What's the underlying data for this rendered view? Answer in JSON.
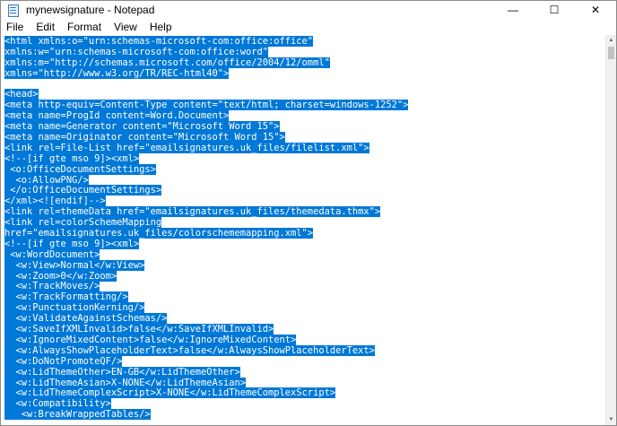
{
  "window": {
    "title": "mynewsignature - Notepad",
    "controls": {
      "minimize": "—",
      "maximize": "☐",
      "close": "✕"
    }
  },
  "menu": [
    "File",
    "Edit",
    "Format",
    "View",
    "Help"
  ],
  "editor": {
    "lines": [
      "<html xmlns:o=\"urn:schemas-microsoft-com:office:office\"",
      "xmlns:w=\"urn:schemas-microsoft-com:office:word\"",
      "xmlns:m=\"http://schemas.microsoft.com/office/2004/12/omml\"",
      "xmlns=\"http://www.w3.org/TR/REC-html40\">",
      "",
      "<head>",
      "<meta http-equiv=Content-Type content=\"text/html; charset=windows-1252\">",
      "<meta name=ProgId content=Word.Document>",
      "<meta name=Generator content=\"Microsoft Word 15\">",
      "<meta name=Originator content=\"Microsoft Word 15\">",
      "<link rel=File-List href=\"emailsignatures.uk_files/filelist.xml\">",
      "<!--[if gte mso 9]><xml>",
      " <o:OfficeDocumentSettings>",
      "  <o:AllowPNG/>",
      " </o:OfficeDocumentSettings>",
      "</xml><![endif]-->",
      "<link rel=themeData href=\"emailsignatures.uk_files/themedata.thmx\">",
      "<link rel=colorSchemeMapping",
      "href=\"emailsignatures.uk_files/colorschememapping.xml\">",
      "<!--[if gte mso 9]><xml>",
      " <w:WordDocument>",
      "  <w:View>Normal</w:View>",
      "  <w:Zoom>0</w:Zoom>",
      "  <w:TrackMoves/>",
      "  <w:TrackFormatting/>",
      "  <w:PunctuationKerning/>",
      "  <w:ValidateAgainstSchemas/>",
      "  <w:SaveIfXMLInvalid>false</w:SaveIfXMLInvalid>",
      "  <w:IgnoreMixedContent>false</w:IgnoreMixedContent>",
      "  <w:AlwaysShowPlaceholderText>false</w:AlwaysShowPlaceholderText>",
      "  <w:DoNotPromoteQF/>",
      "  <w:LidThemeOther>EN-GB</w:LidThemeOther>",
      "  <w:LidThemeAsian>X-NONE</w:LidThemeAsian>",
      "  <w:LidThemeComplexScript>X-NONE</w:LidThemeComplexScript>",
      "  <w:Compatibility>",
      "   <w:BreakWrappedTables/>"
    ]
  },
  "scrollbar": {
    "up_icon": "triangle-up",
    "down_icon": "triangle-down"
  }
}
